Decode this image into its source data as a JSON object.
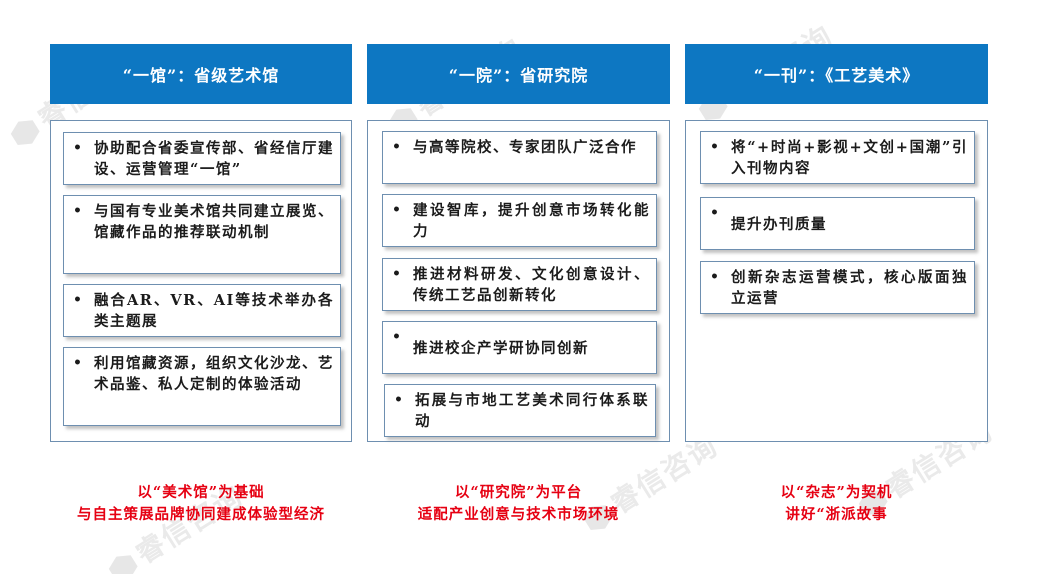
{
  "watermark": "睿信咨询",
  "columns": [
    {
      "header": "“一馆”：省级艺术馆",
      "items": [
        "协助配合省委宣传部、省经信厅建设、运营管理“一馆”",
        "与国有专业美术馆共同建立展览、馆藏作品的推荐联动机制",
        "融合AR、VR、AI等技术举办各类主题展",
        "利用馆藏资源，组织文化沙龙、艺术品鉴、私人定制的体验活动"
      ],
      "footer": [
        "以“美术馆”为基础",
        "与自主策展品牌协同建成体验型经济"
      ]
    },
    {
      "header": "“一院”：省研究院",
      "items": [
        "与高等院校、专家团队广泛合作",
        "建设智库，提升创意市场转化能力",
        "推进材料研发、文化创意设计、传统工艺品创新转化",
        "推进校企产学研协同创新",
        "拓展与市地工艺美术同行体系联动"
      ],
      "footer": [
        "以“研究院”为平台",
        "适配产业创意与技术市场环境"
      ]
    },
    {
      "header": "“一刊”：《工艺美术》",
      "items": [
        "将“+时尚+影视+文创+国潮”引入刊物内容",
        "提升办刊质量",
        "创新杂志运营模式，核心版面独立运营"
      ],
      "footer": [
        "以“杂志”为契机",
        "讲好“浙派故事"
      ]
    }
  ]
}
